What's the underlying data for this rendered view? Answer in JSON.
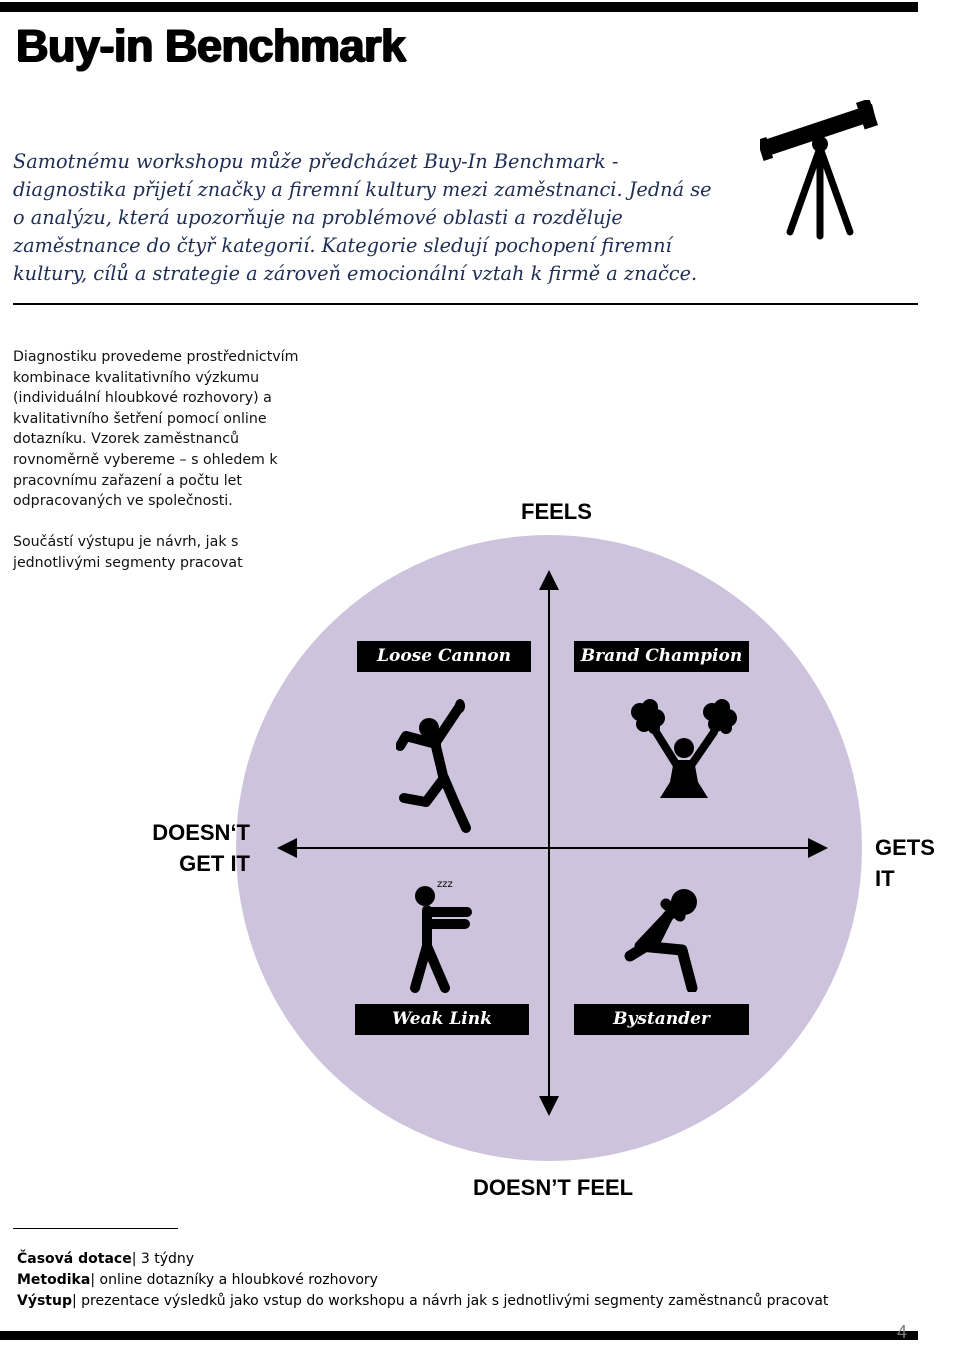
{
  "title": "Buy-in Benchmark",
  "intro": "Samotnému workshopu může předcházet  Buy-In Benchmark  - diagnostika přijetí značky a firemní kultury mezi zaměstnanci.  Jedná se o analýzu, která upozorňuje na problémové oblasti a rozděluje zaměstnance do čtyř kategorií. Kategorie sledují pochopení firemní kultury, cílů a strategie a zároveň emocionální vztah k firmě a značce.",
  "paragraph1": "Diagnostiku provedeme prostřednictvím kombinace kvalitativního výzkumu (individuální hloubkové rozhovory) a kvalitativního šetření pomocí online dotazníku. Vzorek zaměstnanců rovnoměrně vybereme – s ohledem k pracovnímu zařazení a počtu let odpracovaných ve společnosti.",
  "paragraph2": "Součástí výstupu je návrh, jak s jednotlivými segmenty pracovat",
  "diagram": {
    "axis_top": "FEELS",
    "axis_bottom": "DOESN’T FEEL",
    "axis_right": "GETS IT",
    "axis_left_line1": "DOESN‘T",
    "axis_left_line2": "GET IT",
    "segments": {
      "top_left": "Loose Cannon",
      "top_right": "Brand Champion",
      "bottom_left": "Weak Link",
      "bottom_right": "Bystander"
    },
    "zombie_text": "zzz",
    "circle_color": "#cdc3dd",
    "icons": [
      "telescope-icon",
      "jumping-person-icon",
      "cheerleader-icon",
      "zombie-icon",
      "sitting-person-icon"
    ]
  },
  "footer": {
    "time_label": "Časová dotace",
    "time_value": "3 týdny",
    "method_label": "Metodika",
    "method_value": "online dotazníky a hloubkové rozhovory",
    "output_label": "Výstup",
    "output_value": "prezentace výsledků jako vstup do workshopu a návrh jak s jednotlivými segmenty zaměstnanců pracovat",
    "separator": "|"
  },
  "page_number": "4"
}
